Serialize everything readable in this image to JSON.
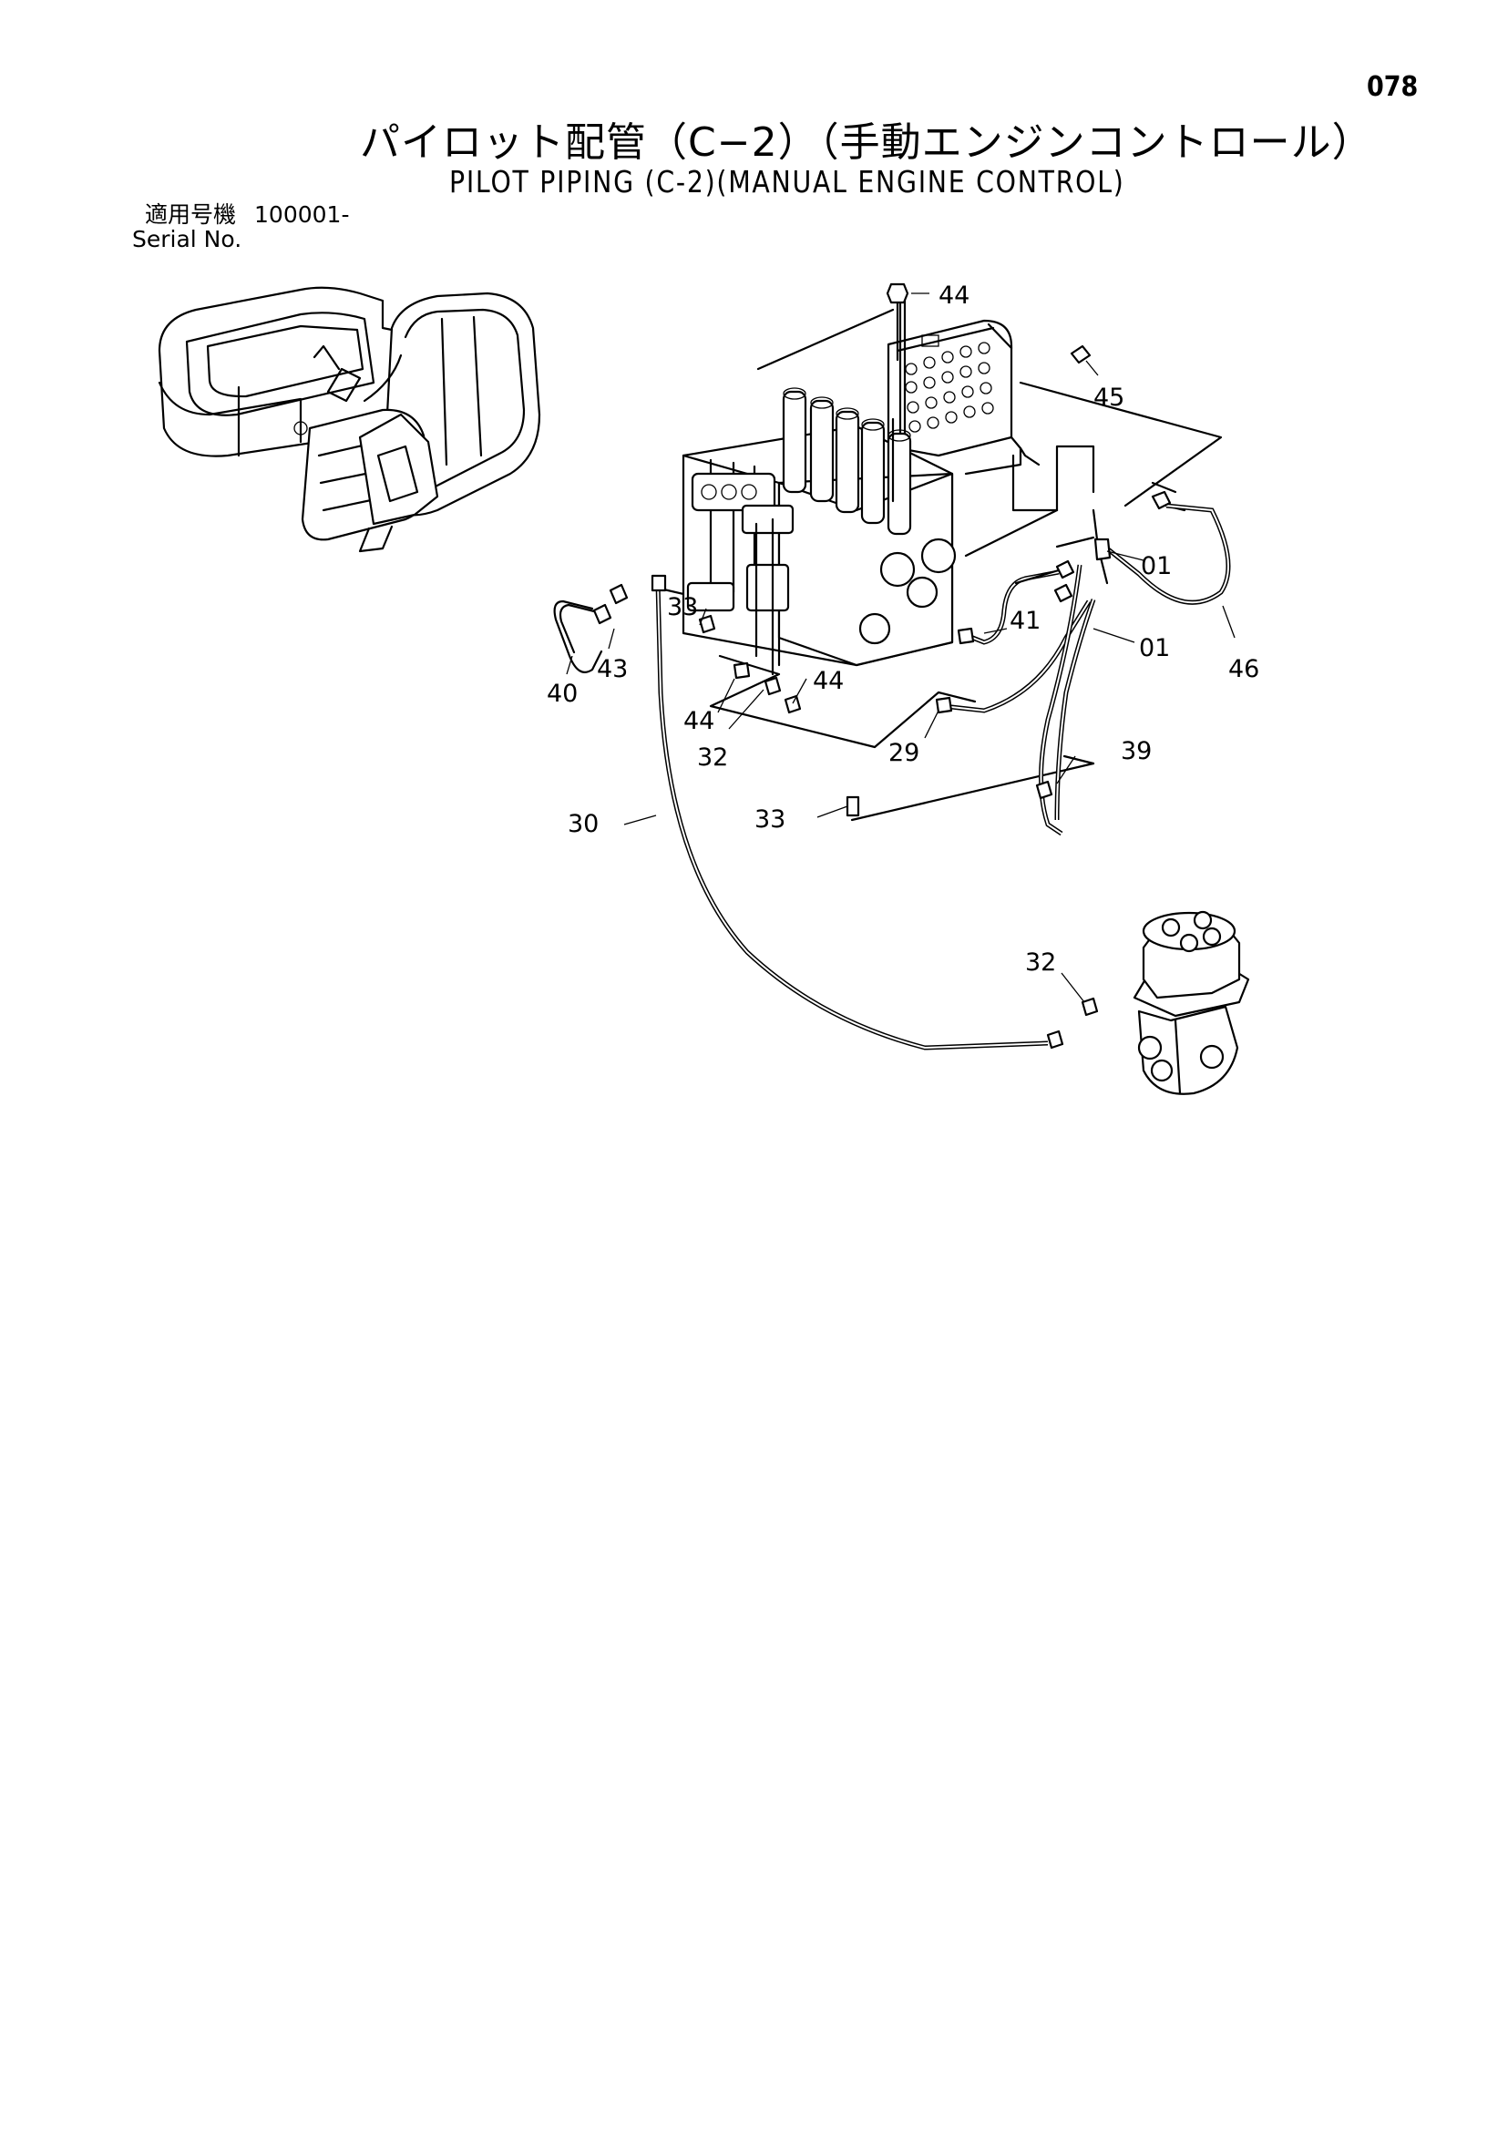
{
  "page": {
    "number": "078"
  },
  "title": {
    "japanese": "パイロット配管（C−2）（手動エンジンコントロール）",
    "english": "PILOT PIPING (C-2)(MANUAL ENGINE CONTROL)"
  },
  "serial": {
    "label_jp": "適用号機",
    "label_en": "Serial No.",
    "value": "100001-"
  },
  "callouts": {
    "c44_top": "44",
    "c45": "45",
    "c01_a": "01",
    "c01_b": "01",
    "c46": "46",
    "c41": "41",
    "c33_a": "33",
    "c40": "40",
    "c43": "43",
    "c44_mid": "44",
    "c44_low": "44",
    "c32_a": "32",
    "c29": "29",
    "c39": "39",
    "c30": "30",
    "c33_b": "33",
    "c32_b": "32"
  }
}
